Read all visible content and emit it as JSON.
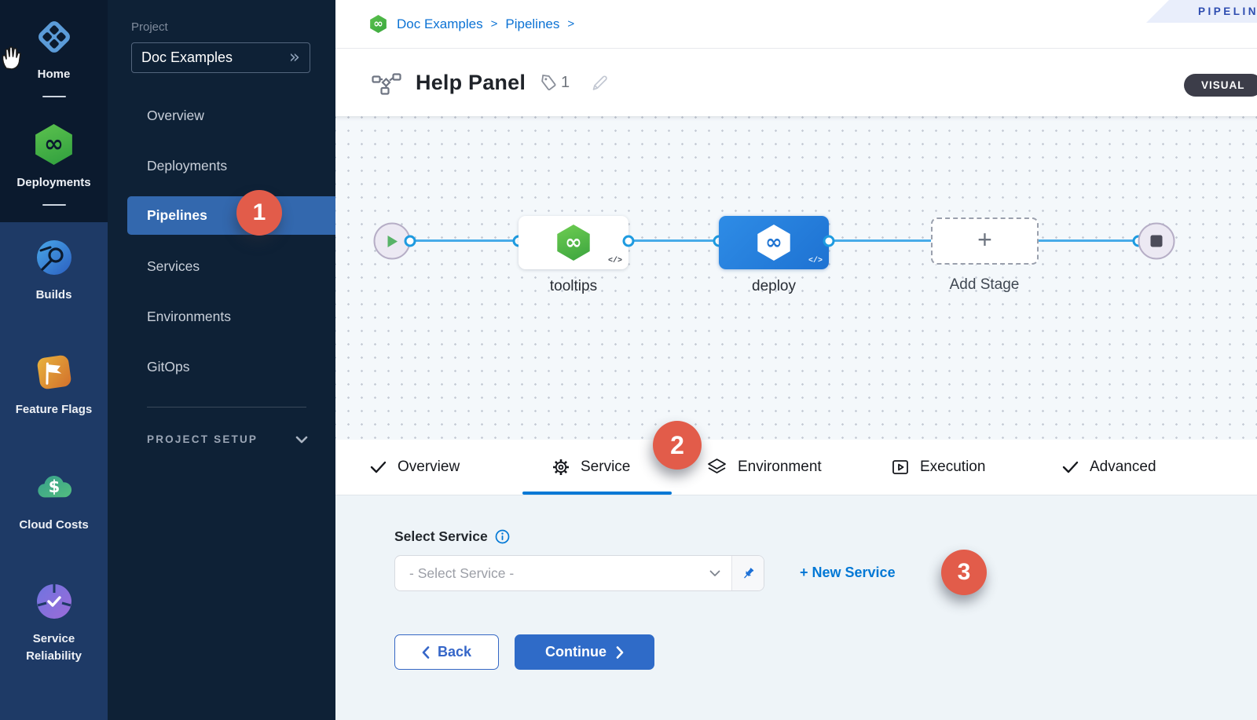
{
  "colors": {
    "accent_blue": "#0278d5",
    "primary_button_blue": "#2f6bc8",
    "badge_red": "#e25c4a",
    "active_nav_blue": "#3368ae",
    "node_blue": "#2486e2",
    "connector_blue": "#47abe8",
    "harness_green": "#42ab45",
    "sidebar_dark": "#0b1a2e",
    "sidebar_module_bg": "#1e3a66",
    "project_sidebar_bg": "#0e2136"
  },
  "glyphs": {
    "infinity": "∞",
    "code": "</>",
    "plus": "+",
    "expand_double_chevron": "»"
  },
  "module_sidebar": {
    "items": [
      {
        "label": "Home"
      },
      {
        "label": "Deployments"
      },
      {
        "label": "Builds"
      },
      {
        "label": "Feature Flags"
      },
      {
        "label": "Cloud Costs"
      },
      {
        "label": "Service Reliability"
      }
    ]
  },
  "project_sidebar": {
    "section_label": "Project",
    "project_name": "Doc Examples",
    "nav_items": [
      "Overview",
      "Deployments",
      "Pipelines",
      "Services",
      "Environments",
      "GitOps"
    ],
    "active_item": "Pipelines",
    "project_setup_label": "PROJECT SETUP"
  },
  "breadcrumb": {
    "crumb1": "Doc Examples",
    "crumb2": "Pipelines",
    "sep": ">"
  },
  "page_header": {
    "title": "Help Panel",
    "tag_count": "1"
  },
  "ribbon_label": "PIPELIN",
  "view_toggle_label": "VISUAL",
  "pipeline_canvas": {
    "stage1_label": "tooltips",
    "stage2_label": "deploy",
    "add_stage_label": "Add Stage"
  },
  "tabs": {
    "overview": "Overview",
    "service": "Service",
    "environment": "Environment",
    "execution": "Execution",
    "advanced": "Advanced",
    "active": "Service"
  },
  "service_panel": {
    "select_label": "Select Service",
    "dropdown_placeholder": "- Select Service -",
    "new_service": "+ New Service",
    "back": "Back",
    "continue": "Continue"
  },
  "badges": {
    "one": "1",
    "two": "2",
    "three": "3"
  }
}
